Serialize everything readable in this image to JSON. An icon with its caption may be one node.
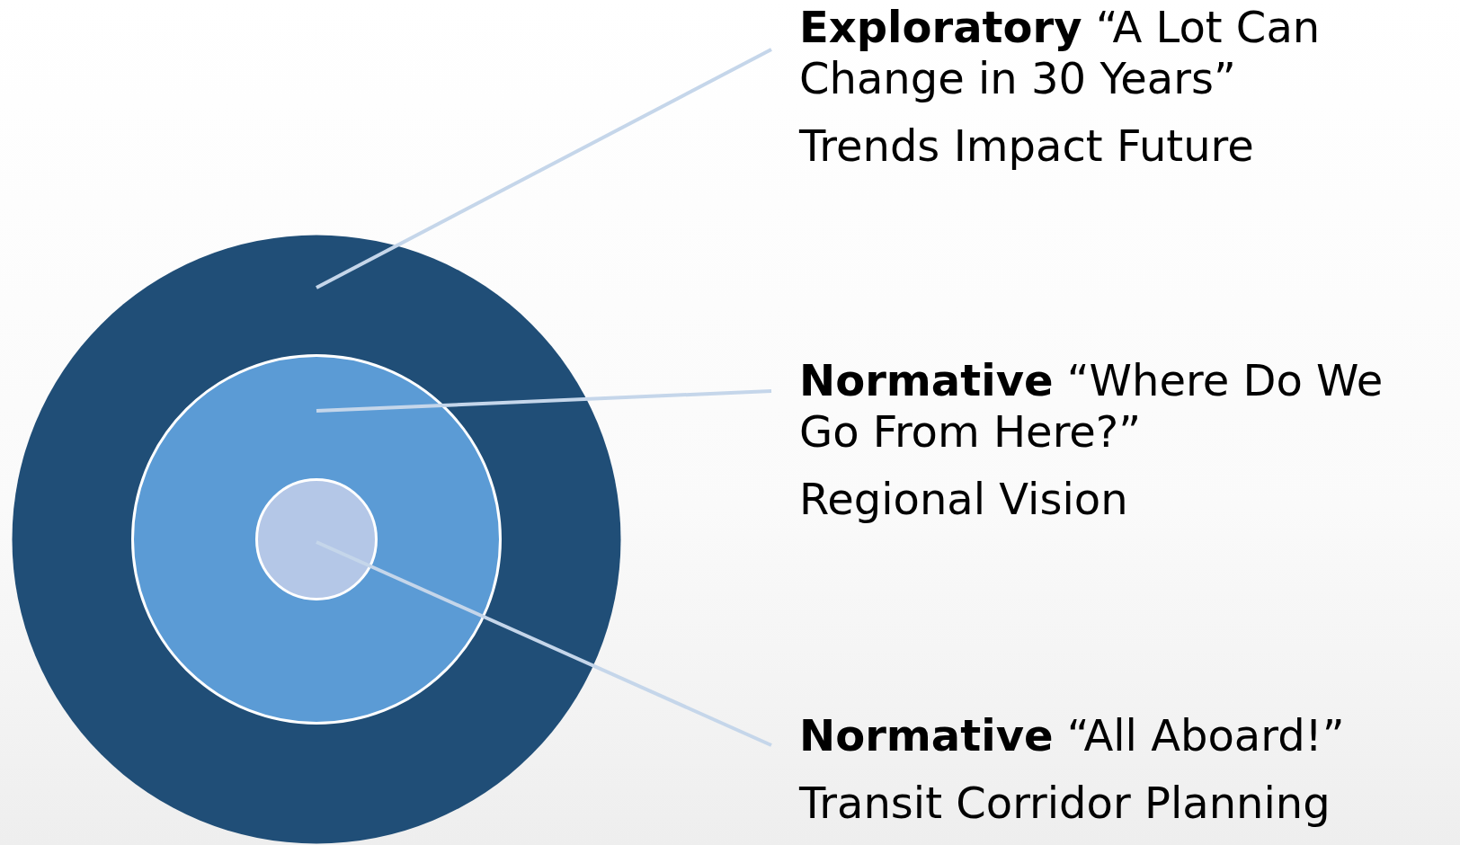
{
  "diagram": {
    "nodes": [
      {
        "text": [],
        "shape": "circle"
      },
      {
        "text": [],
        "shape": "circle",
        "in": 0
      },
      {
        "text": [],
        "shape": "circle",
        "in": 1
      },
      {
        "text": [
          "**Exploratory** “A Lot Can Change in 30 Years”",
          "Trends Impact Future"
        ]
      },
      {
        "text": [
          "**Normative** “Where Do We Go From Here?”",
          "Regional Vision"
        ]
      },
      {
        "text": [
          "**Normative** “All Aboard!”",
          "Transit Corridor Planning"
        ]
      }
    ],
    "edges": [
      {
        "from": 3,
        "to": 0,
        "arrow": "none"
      },
      {
        "from": 4,
        "to": 1,
        "arrow": "none"
      },
      {
        "from": 5,
        "to": 2,
        "arrow": "none"
      }
    ]
  }
}
